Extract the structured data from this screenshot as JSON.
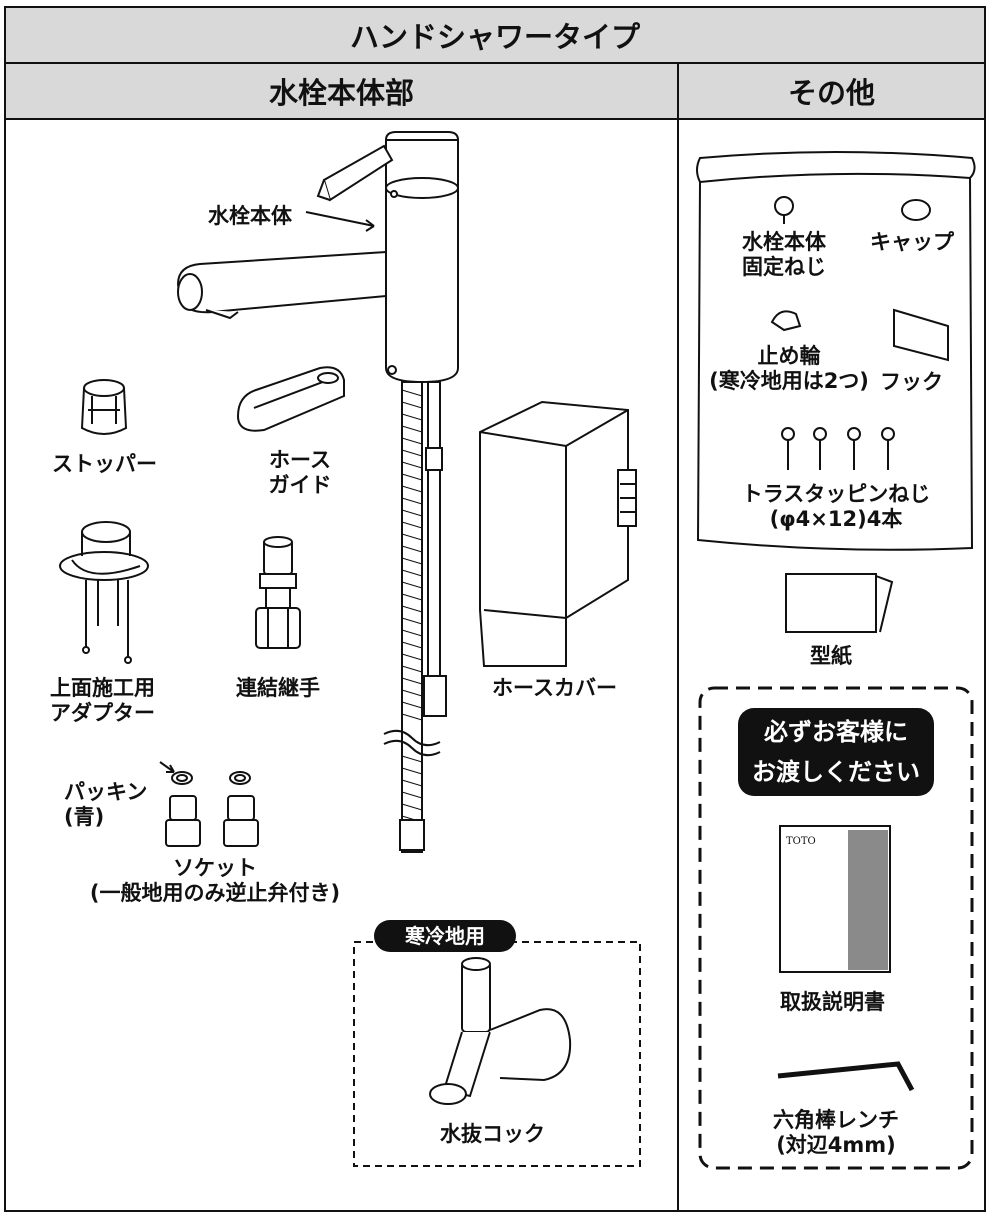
{
  "header": {
    "title": "ハンドシャワータイプ",
    "col_left": "水栓本体部",
    "col_right": "その他"
  },
  "faucet": {
    "body_label": "水栓本体",
    "stopper": "ストッパー",
    "hose_guide_1": "ホース",
    "hose_guide_2": "ガイド",
    "adapter_1": "上面施工用",
    "adapter_2": "アダプター",
    "joint": "連結継手",
    "hose_cover": "ホースカバー",
    "packing_1": "パッキン",
    "packing_2": "(青)",
    "socket_1": "ソケット",
    "socket_2": "(一般地用のみ逆止弁付き)"
  },
  "cold_region": {
    "badge": "寒冷地用",
    "drain_cock": "水抜コック"
  },
  "bag": {
    "screw_1": "水栓本体",
    "screw_2": "固定ねじ",
    "cap": "キャップ",
    "ring_1": "止め輪",
    "ring_2": "(寒冷地用は2つ)",
    "hook": "フック",
    "truss_1": "トラスタッピンねじ",
    "truss_2": "(φ4×12)4本"
  },
  "template_label": "型紙",
  "customer": {
    "notice_1": "必ずお客様に",
    "notice_2": "お渡しください",
    "manual_brand": "TOTO",
    "manual": "取扱説明書",
    "wrench_1": "六角棒レンチ",
    "wrench_2": "(対辺4mm)"
  }
}
